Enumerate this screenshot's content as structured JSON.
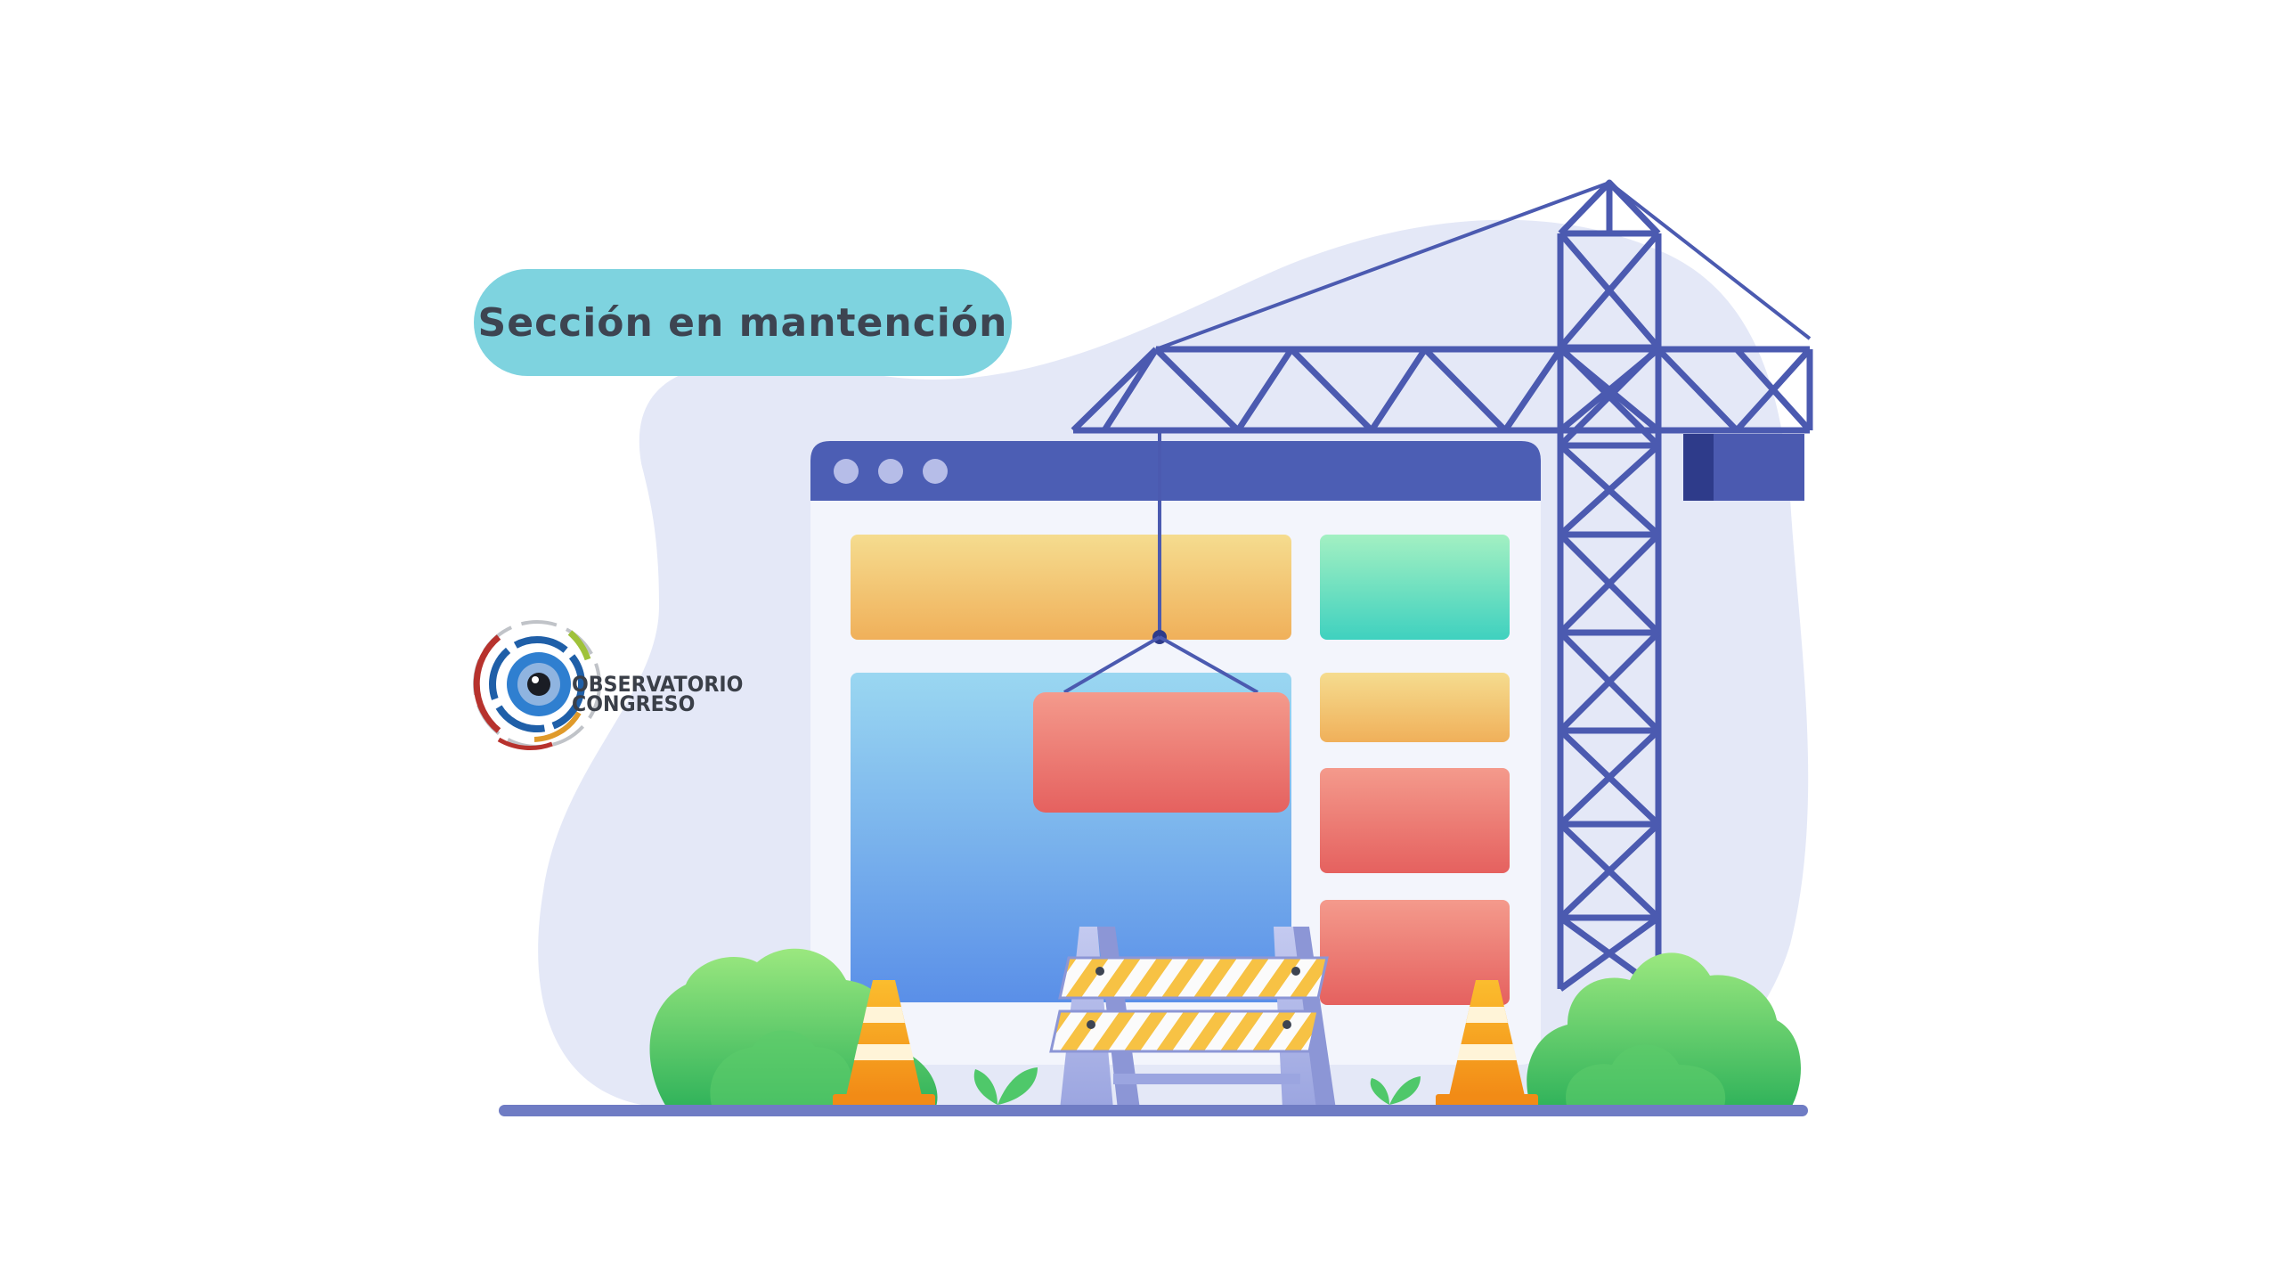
{
  "notice": {
    "label": "Sección en mantención"
  },
  "logo": {
    "line1": "OBSERVATORIO",
    "line2": "CONGRESO"
  },
  "illustration": {
    "subject": "website-under-construction",
    "colors": {
      "blob": "#e4e8f7",
      "browser_bar": "#4c5eb4",
      "crane": "#4b5ab0",
      "ground": "#6f7cc4",
      "cone": "#f6a21e",
      "bush": "#4fc86a",
      "badge": "#7ed3df"
    }
  }
}
